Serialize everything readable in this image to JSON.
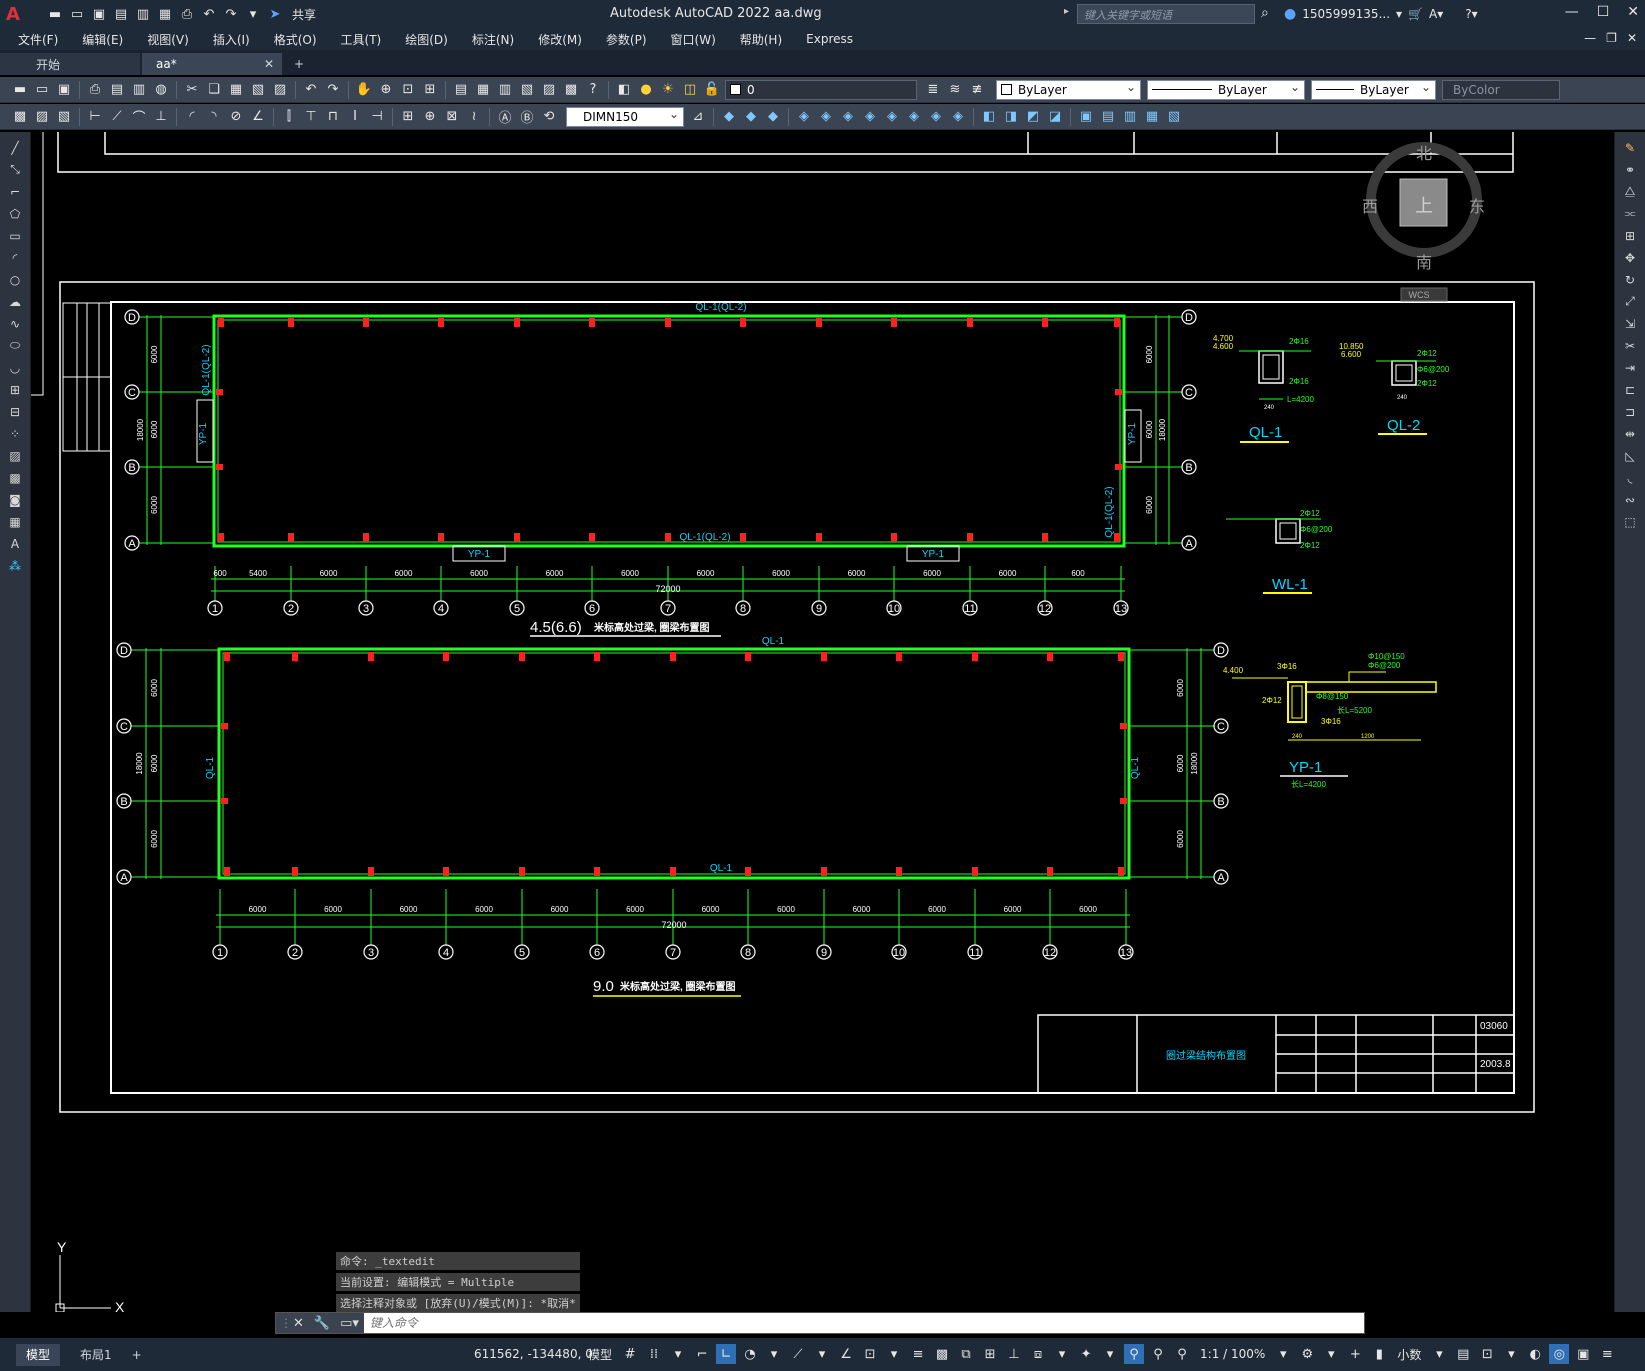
{
  "titlebar": {
    "app_title": "Autodesk AutoCAD 2022    aa.dwg",
    "share_label": "共享",
    "search_placeholder": "键入关键字或短语",
    "user": "1505999135...",
    "logo": "A"
  },
  "menu": {
    "items": [
      "文件(F)",
      "编辑(E)",
      "视图(V)",
      "插入(I)",
      "格式(O)",
      "工具(T)",
      "绘图(D)",
      "标注(N)",
      "修改(M)",
      "参数(P)",
      "窗口(W)",
      "帮助(H)",
      "Express"
    ]
  },
  "tabs": {
    "start": "开始",
    "doc": "aa*",
    "add": "+"
  },
  "toolbar1": {
    "layer_value": "0",
    "color_value": "ByLayer",
    "linetype_value": "ByLayer",
    "lineweight_value": "ByLayer",
    "plotstyle_value": "ByColor"
  },
  "toolbar2": {
    "dimstyle_value": "DIMN150"
  },
  "viewcube": {
    "north": "北",
    "south": "南",
    "east": "东",
    "west": "西",
    "top": "上",
    "wcs": "WCS"
  },
  "drawing": {
    "axis_letters": [
      "D",
      "C",
      "B",
      "A"
    ],
    "axis_numbers": [
      "1",
      "2",
      "3",
      "4",
      "5",
      "6",
      "7",
      "8",
      "9",
      "10",
      "11",
      "12",
      "13"
    ],
    "plan1": {
      "top_beam": "QL-1(QL-2)",
      "bottom_beam": "QL-1(QL-2)",
      "left_beam": "QL-1(QL-2)",
      "right_beam": "QL-1(QL-2)",
      "yp": "YP-1",
      "dims": [
        "600",
        "5400",
        "6000",
        "6000",
        "6000",
        "6000",
        "6000",
        "6000",
        "6000",
        "6000",
        "6000",
        "6000",
        "600"
      ],
      "total": "72000",
      "side_dims": [
        "6000",
        "6000",
        "6000"
      ],
      "side_total": "18000",
      "title_num": "4.5(6.6)",
      "title_text": "米标高处过梁, 圈梁布置图"
    },
    "plan2": {
      "top_beam": "QL-1",
      "bottom_beam": "QL-1",
      "left_beam": "QL-1",
      "right_beam": "QL-1",
      "dims": [
        "6000",
        "6000",
        "6000",
        "6000",
        "6000",
        "6000",
        "6000",
        "6000",
        "6000",
        "6000",
        "6000",
        "6000"
      ],
      "total": "72000",
      "side_dims": [
        "6000",
        "6000",
        "6000"
      ],
      "side_total": "18000",
      "title_num": "9.0",
      "title_text": "米标高处过梁, 圈梁布置图"
    },
    "sections": {
      "ql1": "QL-1",
      "ql2": "QL-2",
      "wl1": "WL-1",
      "yp1": "YP-1",
      "ql1_elev1": "4.700",
      "ql1_elev2": "4.600",
      "ql2_elev1": "10.850",
      "ql2_elev2": "6.600",
      "ql1_bar_top": "2Φ16",
      "ql1_bar_bot": "2Φ16",
      "ql1_len": "L=4200",
      "ql2_bar_top": "2Φ12",
      "ql2_stir": "Φ6@200",
      "ql2_bar_bot": "2Φ12",
      "wl1_bar_top": "2Φ12",
      "wl1_stir": "Φ6@200",
      "wl1_bar_bot": "2Φ12",
      "yp_elev": "4.400",
      "yp_bars1": "3Φ16",
      "yp_bars2": "Φ10@150",
      "yp_bars3": "Φ6@200",
      "yp_bars4": "2Φ12",
      "yp_bars5": "Φ8@150",
      "yp_len": "长L=5200",
      "yp_bars6": "3Φ16",
      "yp_dim1": "240",
      "yp_dim2": "1200",
      "yp_sub": "长L=4200",
      "sec_240": "240"
    },
    "titleblock": {
      "drawing_name": "圈过梁结构布置图",
      "code": "03060",
      "date": "2003.8"
    }
  },
  "command": {
    "history": [
      "命令: _textedit",
      "当前设置: 编辑模式 = Multiple",
      "选择注释对象或 [放弃(U)/模式(M)]: *取消*"
    ],
    "placeholder": "键入命令"
  },
  "status": {
    "model_tab": "模型",
    "layout_tab": "布局1",
    "add": "+",
    "coords": "611562, -134480, 0",
    "model_label": "模型",
    "scale": "1:1 / 100%",
    "units": "小数"
  },
  "colors": {
    "chrome": "#1f2a38",
    "toolbar": "#3b4453",
    "green": "#22ff22",
    "cyan": "#00d8ff",
    "red": "#ff2020",
    "white": "#ffffff",
    "yellow": "#ffff00"
  }
}
